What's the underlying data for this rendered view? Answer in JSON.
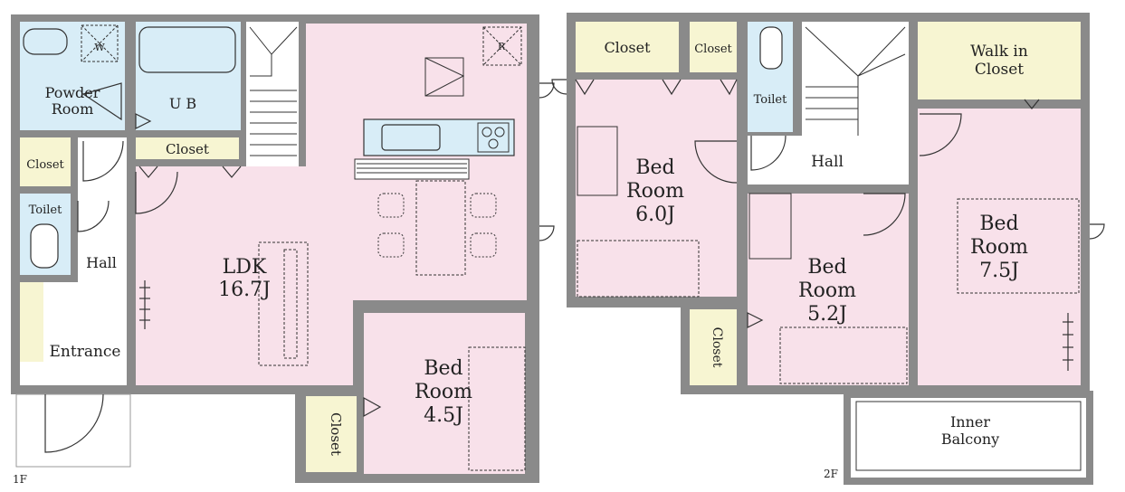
{
  "floor1": {
    "floor_label": "1F",
    "rooms": {
      "powder_room": [
        "Powder",
        "Room"
      ],
      "ub": "U B",
      "w": "W",
      "closet_upper": "Closet",
      "closet_left": "Closet",
      "toilet": "Toilet",
      "hall": "Hall",
      "entrance": "Entrance",
      "ldk": [
        "LDK",
        "16.7J"
      ],
      "r": "R",
      "closet_bottom": "Closet",
      "bedroom": [
        "Bed",
        "Room",
        "4.5J"
      ]
    }
  },
  "floor2": {
    "floor_label": "2F",
    "rooms": {
      "closet_a": "Closet",
      "closet_b": "Closet",
      "toilet": "Toilet",
      "walkin": [
        "Walk in",
        "Closet"
      ],
      "bedroom_a": [
        "Bed",
        "Room",
        "6.0J"
      ],
      "hall": "Hall",
      "bedroom_b": [
        "Bed",
        "Room",
        "5.2J"
      ],
      "closet_c": "Closet",
      "bedroom_c": [
        "Bed",
        "Room",
        "7.5J"
      ],
      "balcony": [
        "Inner",
        "Balcony"
      ]
    }
  },
  "colors": {
    "wall": "#8a8a8a",
    "pink": "#f8e1ea",
    "blue": "#d8edf7",
    "yellow": "#f7f5d2",
    "white": "#ffffff"
  }
}
